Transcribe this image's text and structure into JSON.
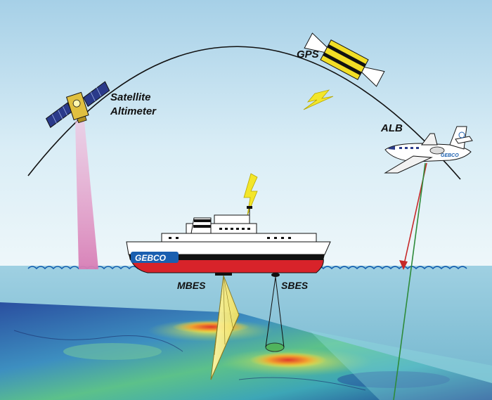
{
  "labels": {
    "satellite_line1": "Satellite",
    "satellite_line2": "Altimeter",
    "gps": "GPS",
    "alb": "ALB",
    "mbes": "MBES",
    "sbes": "SBES"
  },
  "ship_logo": "GEBCO",
  "plane_logo": "GEBCO",
  "colors": {
    "sky_top": "#a8d2e8",
    "sky_bottom": "#eaf4f8",
    "sea": "#8ec8dc",
    "hull_red": "#d8232a",
    "ship_white": "#ffffff",
    "beam_pink": "#e79ac8",
    "lightning_yellow": "#f3e62a",
    "laser_red": "#c62828",
    "laser_green": "#2e8b3a"
  },
  "icons": [
    "satellite-icon",
    "gps-satellite-icon",
    "aircraft-icon",
    "ship-icon",
    "lightning-icon"
  ]
}
